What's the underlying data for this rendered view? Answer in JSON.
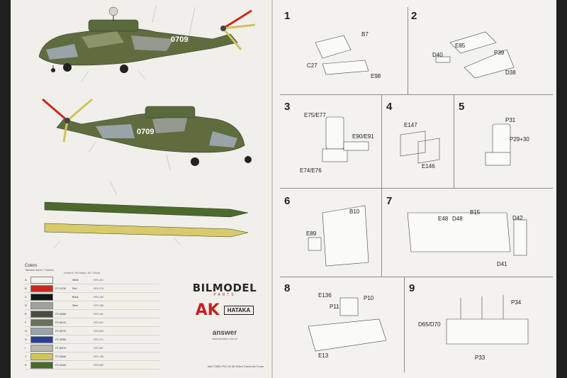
{
  "left_page": {
    "serial_top": "0709",
    "serial_bottom": "0709",
    "colors": {
      "title": "Colors",
      "subtitle": "Tabulka barev / Farben",
      "header": "Humbrol / Mr.Hobby / AK / Revell",
      "rows": [
        {
          "letter": "A",
          "swatch": "#f4f2ec",
          "code": "",
          "name": "White",
          "ref": "HTK-101"
        },
        {
          "letter": "B",
          "swatch": "#c9271d",
          "code": "FS 11136",
          "name": "Red",
          "ref": "HTK-276"
        },
        {
          "letter": "C",
          "swatch": "#161616",
          "code": "",
          "name": "Black",
          "ref": "HTK-120"
        },
        {
          "letter": "D",
          "swatch": "#9fa19d",
          "code": "",
          "name": "Steel",
          "ref": "HTK-106"
        },
        {
          "letter": "E",
          "swatch": "#4a4c44",
          "code": "FS 34086",
          "name": "",
          "ref": "HTK-161"
        },
        {
          "letter": "F",
          "swatch": "#6a6f5e",
          "code": "FS 36118",
          "name": "",
          "ref": "HTK-031"
        },
        {
          "letter": "G",
          "swatch": "#9aa3a7",
          "code": "FS 36270",
          "name": "",
          "ref": "HTK-094"
        },
        {
          "letter": "H",
          "swatch": "#2b3c8f",
          "code": "FS 15056",
          "name": "",
          "ref": "HTK-171"
        },
        {
          "letter": "I",
          "swatch": "#b7b6ac",
          "code": "FS 36375",
          "name": "",
          "ref": "HTK-057"
        },
        {
          "letter": "J",
          "swatch": "#cfc35d",
          "code": "FS 33538",
          "name": "",
          "ref": "HTK-136"
        },
        {
          "letter": "K",
          "swatch": "#4c6a2c",
          "code": "FS 34159",
          "name": "",
          "ref": "HTK-062"
        }
      ]
    },
    "brands": {
      "bilmodel": "BILMODEL",
      "bilmodel_sub": "PARTS",
      "ak": "AK",
      "hataka": "HATAKA",
      "answer": "answer",
      "answer_sub": "www.answer.com.pl"
    },
    "footnote": "AAC72801 PZL W-3A Sokol Czech Air Force"
  },
  "steps": [
    {
      "num": "1",
      "parts": [
        "B7",
        "C27",
        "E98"
      ]
    },
    {
      "num": "2",
      "parts": [
        "E85",
        "P39",
        "D40",
        "D38"
      ]
    },
    {
      "num": "3",
      "parts": [
        "E75/E77",
        "E90/E91",
        "E74/E76"
      ]
    },
    {
      "num": "4",
      "parts": [
        "E147",
        "E146"
      ]
    },
    {
      "num": "5",
      "parts": [
        "P31",
        "P29+30"
      ]
    },
    {
      "num": "6",
      "parts": [
        "B10",
        "E89"
      ]
    },
    {
      "num": "7",
      "parts": [
        "E48",
        "D48",
        "B15",
        "D42",
        "D41"
      ]
    },
    {
      "num": "8",
      "parts": [
        "E136",
        "P11",
        "P10",
        "E13"
      ]
    },
    {
      "num": "9",
      "parts": [
        "P34",
        "D65/D70",
        "P33"
      ]
    }
  ]
}
